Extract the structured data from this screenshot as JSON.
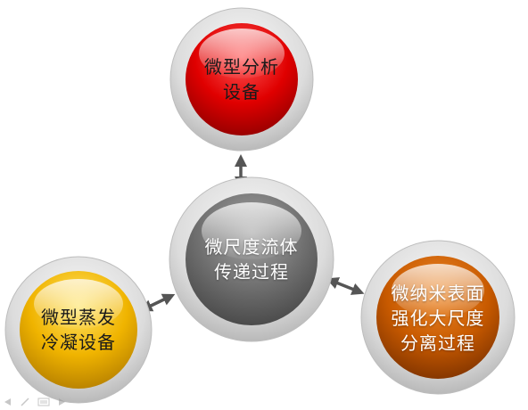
{
  "diagram": {
    "top_node": {
      "lines": [
        "微型分析",
        "设备"
      ]
    },
    "center_node": {
      "lines": [
        "微尺度流体",
        "传递过程"
      ]
    },
    "left_node": {
      "lines": [
        "微型蒸发",
        "冷凝设备"
      ]
    },
    "right_node": {
      "lines": [
        "微纳米表面",
        "强化大尺度",
        "分离过程"
      ]
    }
  },
  "colors": {
    "top_fill": "#e00000",
    "center_fill": "#6f6f6f",
    "left_fill": "#f0b400",
    "right_fill": "#c85a00",
    "ring": "#d7d7d7",
    "arrow": "#555555"
  },
  "controls": {
    "icons": [
      "previous-icon",
      "pen-icon",
      "menu-icon",
      "next-icon"
    ]
  }
}
